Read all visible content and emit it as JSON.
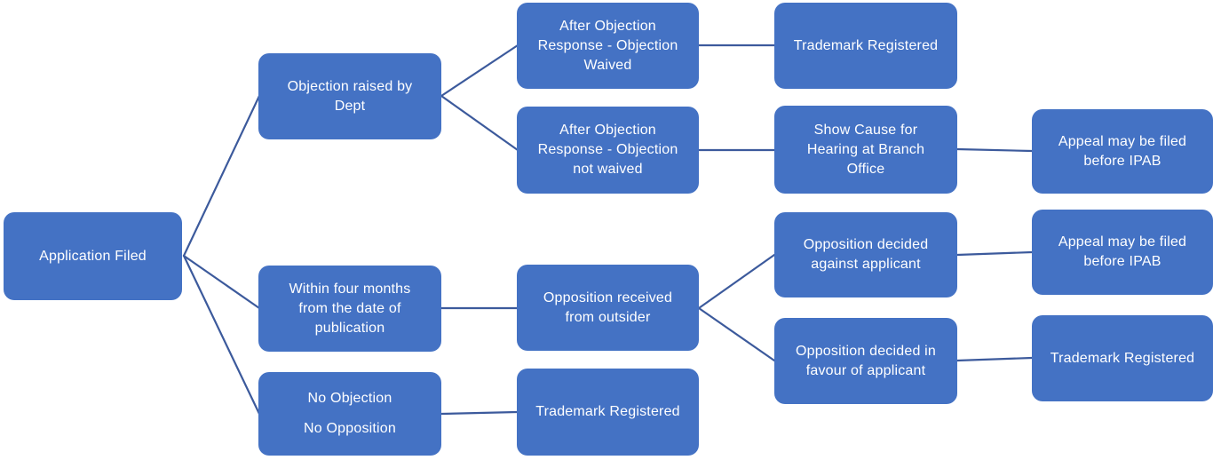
{
  "diagram": {
    "description": "Trademark application process flowchart",
    "colors": {
      "node_fill": "#4472C4",
      "node_text": "#FFFFFF",
      "connector": "#3C5A9C"
    },
    "nodes": [
      {
        "id": "application-filed",
        "label": "Application Filed",
        "lines": [
          "Application Filed"
        ]
      },
      {
        "id": "objection-raised-by-dept",
        "label": "Objection raised by Dept",
        "lines": [
          "Objection raised by",
          "Dept"
        ]
      },
      {
        "id": "objection-waived",
        "label": "After Objection Response - Objection Waived",
        "lines": [
          "After Objection",
          "Response - Objection",
          "Waived"
        ]
      },
      {
        "id": "trademark-registered-top",
        "label": "Trademark Registered",
        "lines": [
          "Trademark Registered"
        ]
      },
      {
        "id": "objection-not-waived",
        "label": "After Objection Response - Objection not waived",
        "lines": [
          "After Objection",
          "Response - Objection",
          "not waived"
        ]
      },
      {
        "id": "show-cause-hearing",
        "label": "Show Cause for Hearing at Branch Office",
        "lines": [
          "Show Cause for",
          "Hearing at Branch",
          "Office"
        ]
      },
      {
        "id": "appeal-ipab-1",
        "label": "Appeal may be filed before IPAB",
        "lines": [
          "Appeal may be filed",
          "before IPAB"
        ]
      },
      {
        "id": "within-four-months",
        "label": "Within four months from the date of publication",
        "lines": [
          "Within four months",
          "from the date of",
          "publication"
        ]
      },
      {
        "id": "opposition-received",
        "label": "Opposition received from outsider",
        "lines": [
          "Opposition received",
          "from outsider"
        ]
      },
      {
        "id": "opposition-decided-against",
        "label": "Opposition decided against applicant",
        "lines": [
          "Opposition decided",
          "against applicant"
        ]
      },
      {
        "id": "appeal-ipab-2",
        "label": "Appeal may be filed before IPAB",
        "lines": [
          "Appeal may be filed",
          "before IPAB"
        ]
      },
      {
        "id": "opposition-decided-in-favour",
        "label": "Opposition decided in favour of applicant",
        "lines": [
          "Opposition decided in",
          "favour of applicant"
        ]
      },
      {
        "id": "trademark-registered-mid",
        "label": "Trademark Registered",
        "lines": [
          "Trademark Registered"
        ]
      },
      {
        "id": "no-objection-no-opposition",
        "label": "No Objection No Opposition",
        "lines": [
          "No Objection",
          "No Opposition"
        ]
      },
      {
        "id": "trademark-registered-bottom",
        "label": "Trademark Registered",
        "lines": [
          "Trademark Registered"
        ]
      }
    ]
  }
}
